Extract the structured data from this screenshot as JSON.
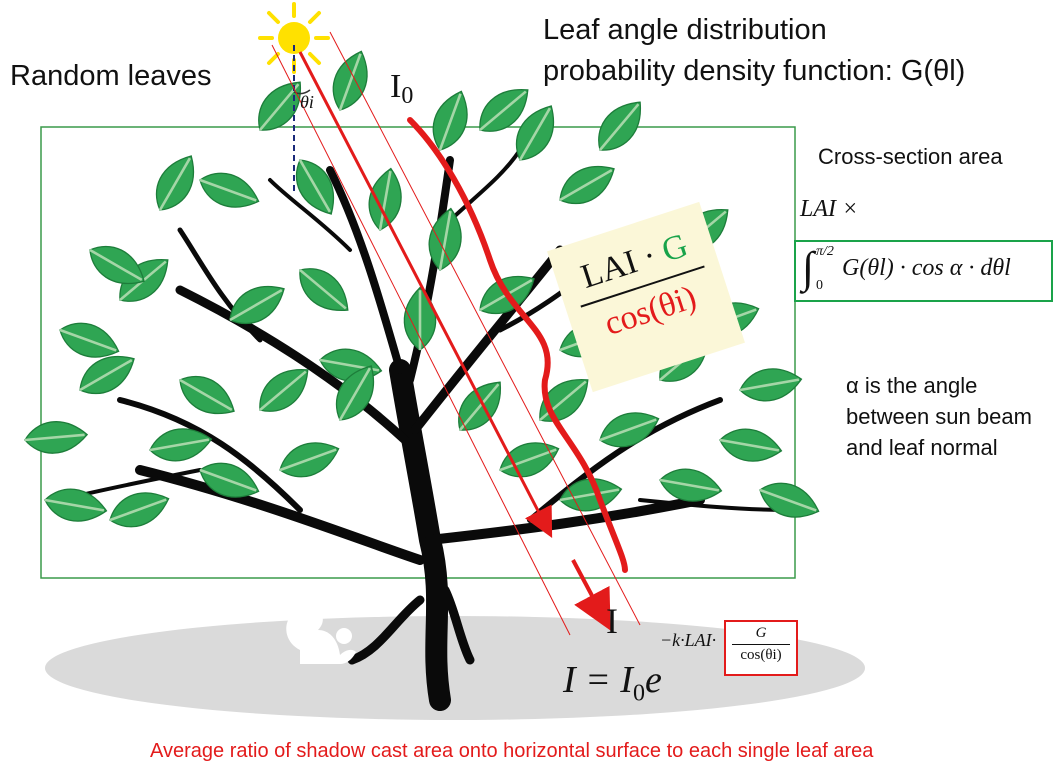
{
  "title": {
    "line1": "Leaf angle distribution",
    "line2": "probability density function: G(θl)"
  },
  "labels": {
    "random_leaves": "Random leaves",
    "i0": "I",
    "i0_sub": "0",
    "theta": "θi",
    "cross_section": "Cross-section area",
    "lai_times": "LAI ×",
    "alpha_note": "α is the angle between sun beam and leaf normal",
    "i_label": "I",
    "footer": "Average ratio of shadow cast area  onto horizontal surface to each single leaf area"
  },
  "formula_box": {
    "numerator_lai": "LAI · ",
    "numerator_g": "G",
    "denominator": "cos(θi)"
  },
  "integral": {
    "upper": "π/2",
    "lower": "0",
    "body": "G(θl) · cos α · dθl"
  },
  "beer_lambert": {
    "lhs": "I = I",
    "sub": "0",
    "e": "e",
    "exponent": "−k·LAI·",
    "box_num": "G",
    "box_den": "cos(θi)"
  },
  "colors": {
    "leaf": "#2fa553",
    "leaf_vein": "#a5d6a7",
    "branch": "#0a0a0a",
    "sun": "#ffe100",
    "beam": "#e31b1b",
    "frame": "#3a9a4a",
    "shadow": "#dadada",
    "formula_bg": "#fbf7d8",
    "footer": "#e31b1b"
  },
  "icons": [
    "sun-icon",
    "squirrel-icon",
    "tree-illustration"
  ]
}
